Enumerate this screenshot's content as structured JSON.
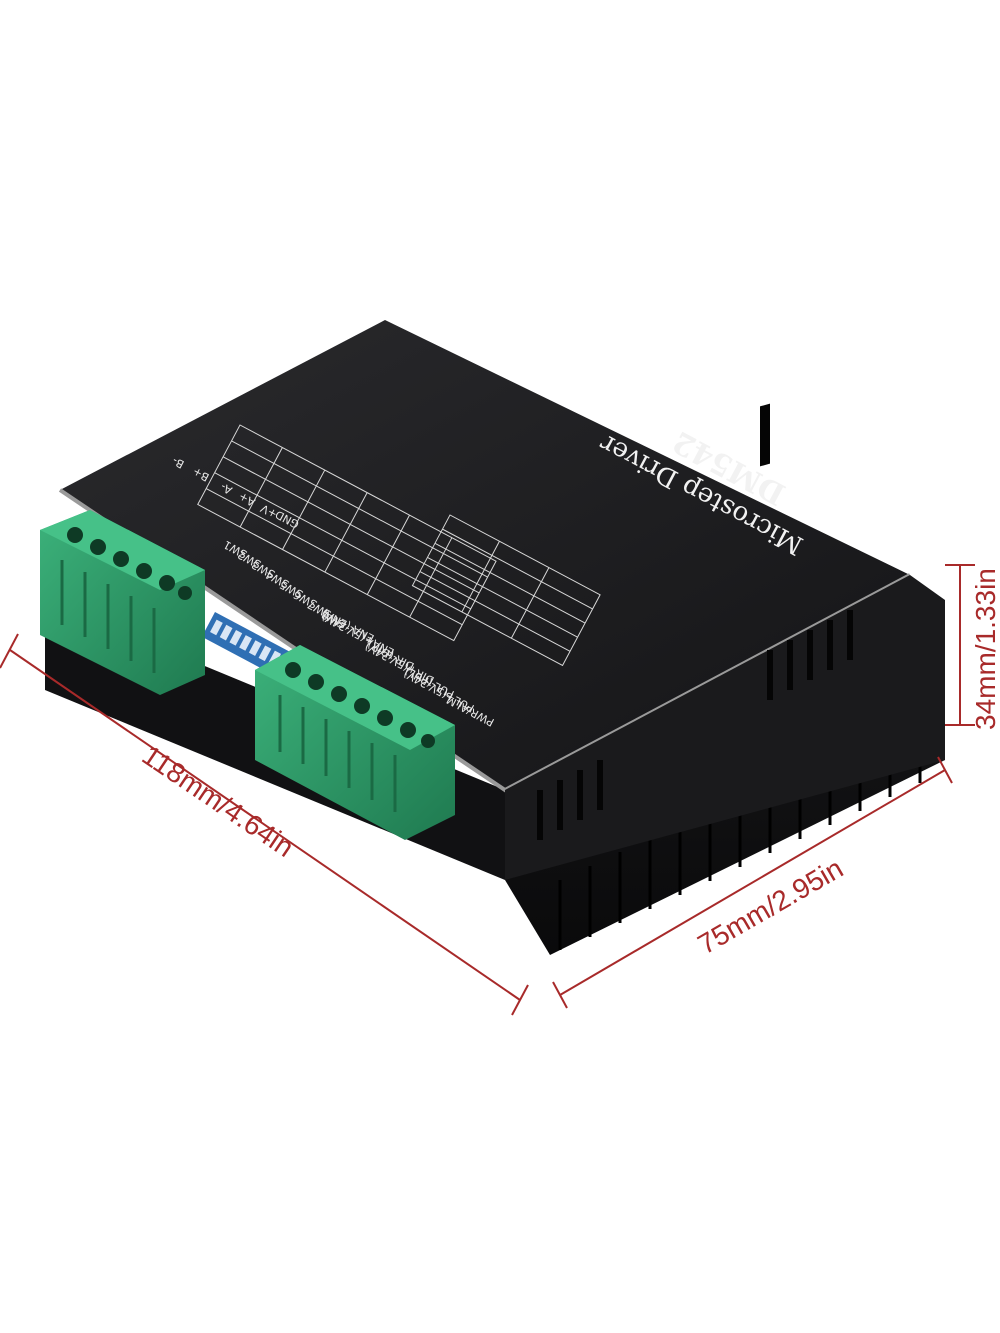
{
  "product": {
    "brand_line": "Microstep Driver",
    "model": "DM542",
    "left_pin_labels": [
      "B-",
      "B+",
      "A-",
      "A+",
      "+V",
      "GND"
    ],
    "right_pin_labels": [
      "PWR/ALM",
      "PUL+(5V-24V)",
      "PUL-(PUL)",
      "DIR+(5V-24V)",
      "DIR-(DIR)",
      "ENA+(5V-24V)",
      "ENA-(ENA)"
    ],
    "switch_labels": [
      "SW1",
      "SW2",
      "SW3",
      "SW4",
      "SW5",
      "SW6",
      "SW7",
      "SW8"
    ]
  },
  "dimensions": {
    "length": "118mm/4.64in",
    "width": "75mm/2.95in",
    "height": "34mm/1.33in"
  },
  "colors": {
    "body": "#1c1c1e",
    "terminal_green": "#2f9e6a",
    "dimension_red": "#a82a2a",
    "bezel": "#b8b8b8"
  }
}
